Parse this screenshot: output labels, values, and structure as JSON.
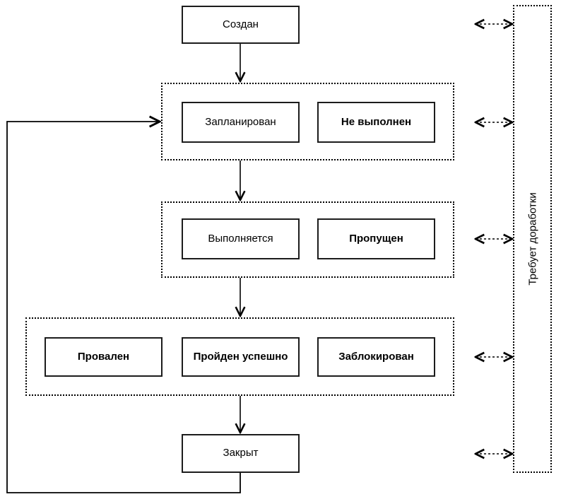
{
  "nodes": {
    "created": {
      "label": "Создан"
    },
    "planned": {
      "label": "Запланирован"
    },
    "not_executed": {
      "label": "Не выполнен"
    },
    "in_progress": {
      "label": "Выполняется"
    },
    "skipped": {
      "label": "Пропущен"
    },
    "failed": {
      "label": "Провален"
    },
    "passed_successfully": {
      "label": "Пройден успешно"
    },
    "blocked": {
      "label": "Заблокирован"
    },
    "closed": {
      "label": "Закрыт"
    }
  },
  "side_panel": {
    "label": "Требует доработки"
  },
  "groups": [
    {
      "name": "planned-row",
      "members": [
        "Запланирован",
        "Не выполнен"
      ]
    },
    {
      "name": "executing-row",
      "members": [
        "Выполняется",
        "Пропущен"
      ]
    },
    {
      "name": "result-row",
      "members": [
        "Провален",
        "Пройден успешно",
        "Заблокирован"
      ]
    }
  ],
  "edges": [
    {
      "from": "Создан",
      "to": "planned-row",
      "style": "solid-arrow"
    },
    {
      "from": "planned-row",
      "to": "executing-row",
      "style": "solid-arrow"
    },
    {
      "from": "executing-row",
      "to": "result-row",
      "style": "solid-arrow"
    },
    {
      "from": "result-row",
      "to": "Закрыт",
      "style": "solid-arrow"
    },
    {
      "from": "Закрыт",
      "to": "planned-row",
      "style": "solid-loop-arrow"
    },
    {
      "between": "Создан",
      "and": "Требует доработки",
      "style": "dashed-double-arrow"
    },
    {
      "between": "planned-row",
      "and": "Требует доработки",
      "style": "dashed-double-arrow"
    },
    {
      "between": "executing-row",
      "and": "Требует доработки",
      "style": "dashed-double-arrow"
    },
    {
      "between": "result-row",
      "and": "Требует доработки",
      "style": "dashed-double-arrow"
    },
    {
      "between": "Закрыт",
      "and": "Требует доработки",
      "style": "dashed-double-arrow"
    }
  ],
  "colors": {
    "line": "#000000",
    "box_border": "#1c1c1c",
    "background": "#ffffff"
  }
}
